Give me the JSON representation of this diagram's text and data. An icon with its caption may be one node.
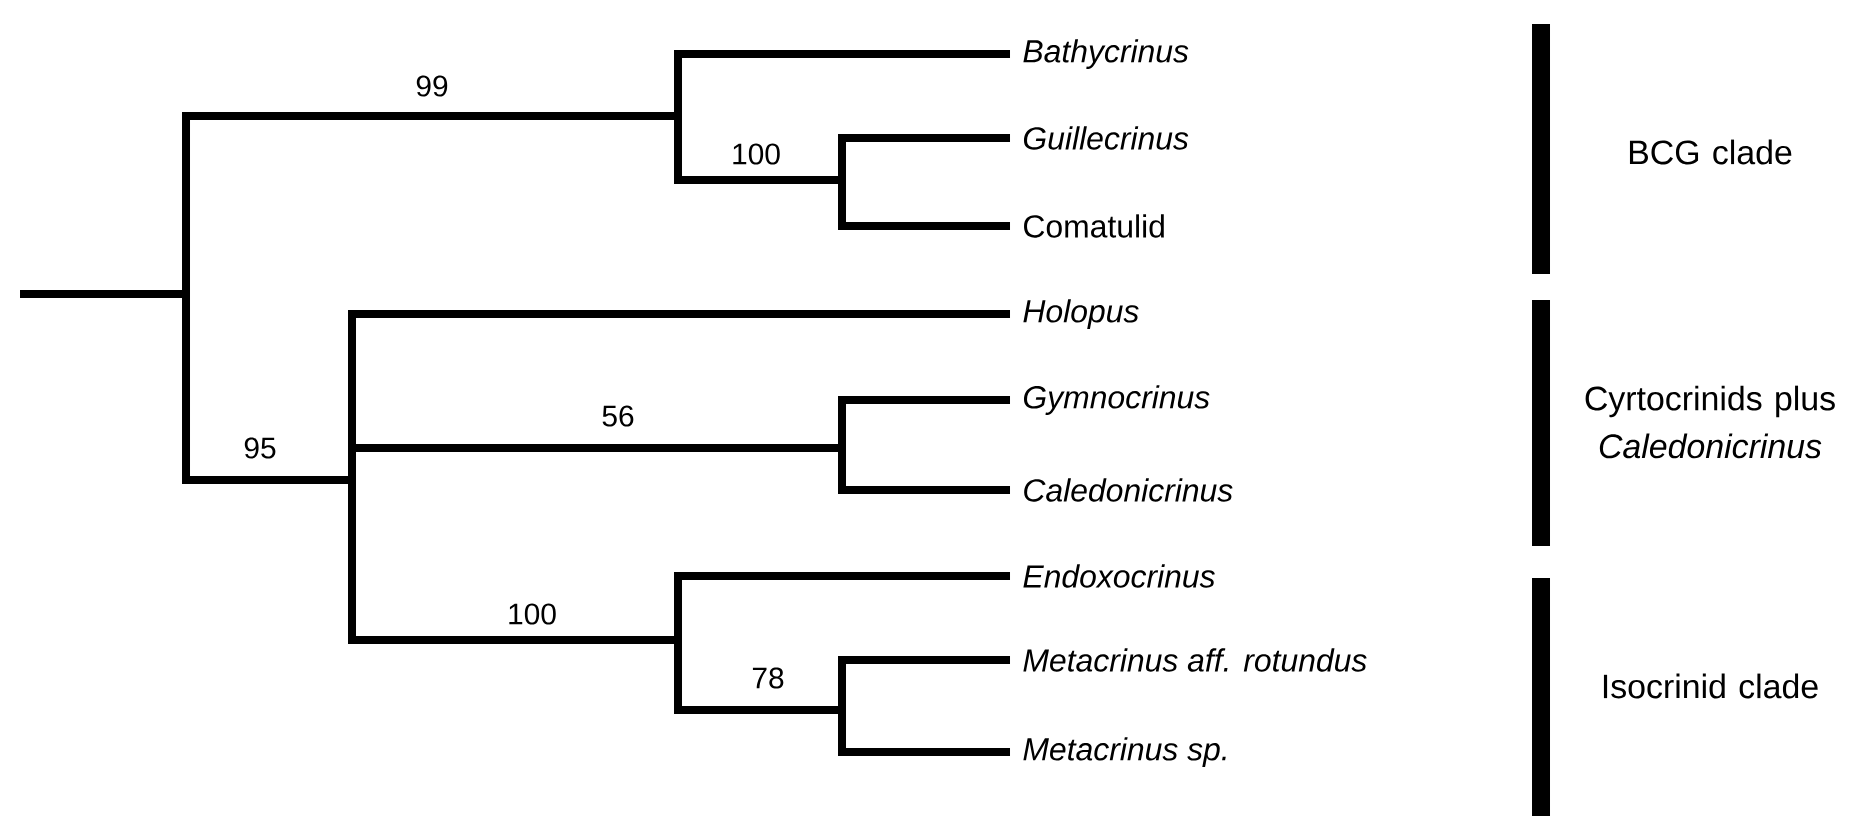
{
  "diagram": {
    "labels": [
      "99",
      "Bathycrinus",
      "100",
      "Guillecrinus",
      "BCG clade",
      "Comatulid",
      "Holopus",
      "56",
      "Gymnocrinus",
      "95",
      "Cyrtocrinids plus *Caledonicrinus*",
      "Caledonicrinus",
      "Endoxocrinus",
      "100",
      "78",
      "Metacrinus aff. rotundus",
      "Metacrinus sp.",
      "Isocrinid clade"
    ]
  }
}
